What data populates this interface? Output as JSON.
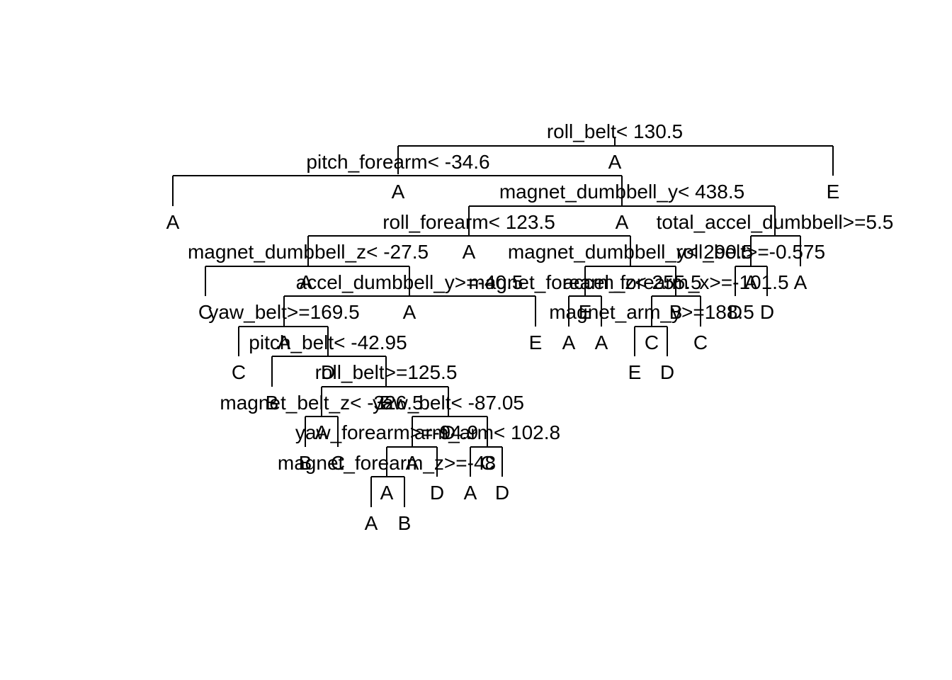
{
  "tree": {
    "split_labels": [
      "roll_belt< 130.5",
      "pitch_forearm< -34.6",
      "magnet_dumbbell_y< 438.5",
      "total_accel_dumbbell>=5.5",
      "roll_forearm< 123.5",
      "magnet_dumbbell_z< -27.5",
      "magnet_dumbbell_y< 290.5",
      "roll_belt>=-0.575",
      "accel_dumbbell_y>=-40.5",
      "magnet_forearm_z< 255.5",
      "accel_forearm_x>=-101.5",
      "yaw_belt>=169.5",
      "magnet_arm_y>=188.5",
      "pitch_belt< -42.95",
      "roll_belt>=125.5",
      "magnet_belt_z< -326.5",
      "yaw_belt< -87.05",
      "yaw_forearm>=-94.9",
      "arm_arm< 102.8",
      "magnet_forearm_z>=-48"
    ],
    "node_classes": [
      "A",
      "A",
      "E",
      "A",
      "A",
      "A",
      "A",
      "A",
      "A",
      "C",
      "A",
      "E",
      "B",
      "D",
      "D",
      "E",
      "A",
      "A",
      "C",
      "C",
      "A",
      "C",
      "D",
      "E",
      "D",
      "B",
      "E",
      "A",
      "D",
      "B",
      "C",
      "A",
      "C",
      "A",
      "D",
      "A",
      "D",
      "A",
      "B"
    ]
  }
}
